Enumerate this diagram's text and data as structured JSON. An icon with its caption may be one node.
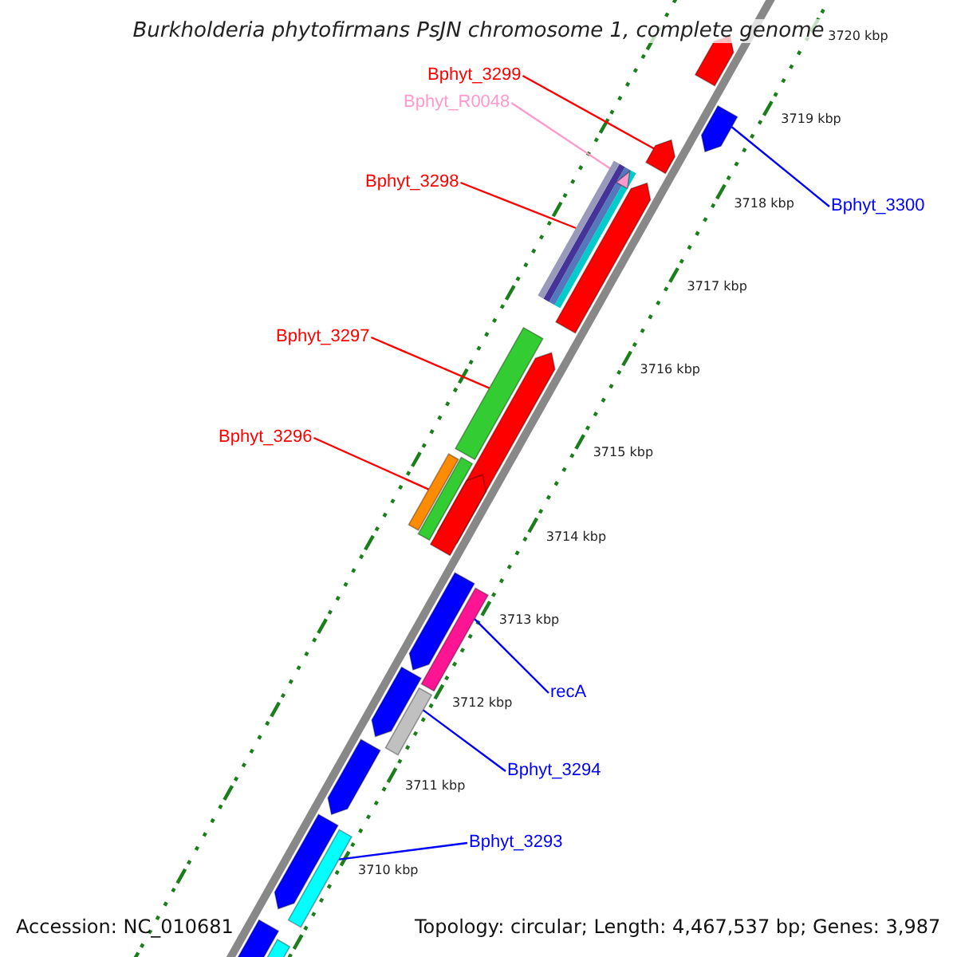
{
  "diagram": {
    "title": "Burkholderia phytofirmans PsJN chromosome 1, complete genome",
    "nodes": [
      {
        "text": [
          "Bphyt_3299"
        ]
      },
      {
        "text": [
          "Bphyt_R0048"
        ]
      },
      {
        "text": [
          "Bphyt_3298"
        ]
      },
      {
        "text": [
          "Bphyt_3300"
        ]
      },
      {
        "text": [
          "Bphyt_3297"
        ]
      },
      {
        "text": [
          "Bphyt_3296"
        ]
      },
      {
        "text": [
          "recA"
        ]
      },
      {
        "text": [
          "Bphyt_3294"
        ]
      },
      {
        "text": [
          "Bphyt_3293"
        ]
      },
      {
        "text": [],
        "shape": "bar"
      },
      {
        "text": [],
        "shape": "bar"
      },
      {
        "text": [],
        "shape": "bar"
      },
      {
        "text": [],
        "shape": "bar"
      },
      {
        "text": [],
        "shape": "triangle"
      },
      {
        "text": [],
        "shape": "bar"
      },
      {
        "text": [],
        "shape": "bar"
      },
      {
        "text": [],
        "shape": "bar"
      },
      {
        "text": [],
        "shape": "bar"
      },
      {
        "text": [],
        "shape": "bar"
      },
      {
        "text": [],
        "shape": "bar"
      },
      {
        "text": [],
        "shape": "bar"
      },
      {
        "text": [],
        "shape": "bar"
      },
      {
        "text": [],
        "shape": "bar"
      },
      {
        "text": [],
        "shape": "bar"
      },
      {
        "text": [],
        "shape": "bar"
      },
      {
        "text": [],
        "shape": "bar"
      },
      {
        "text": [],
        "shape": "bar"
      },
      {
        "text": [],
        "shape": "bar"
      },
      {
        "text": [],
        "shape": "bar"
      }
    ],
    "edges": [
      {
        "from": 0,
        "to": 11,
        "arrow": "none"
      },
      {
        "from": 1,
        "to": 13,
        "arrow": "none",
        "color": "#ff99cc"
      },
      {
        "from": 2,
        "to": 12,
        "arrow": "none"
      },
      {
        "from": 3,
        "to": 10,
        "arrow": "none",
        "color": "#0000ff"
      },
      {
        "from": 4,
        "to": 15,
        "arrow": "none"
      },
      {
        "from": 5,
        "to": 17,
        "arrow": "none"
      },
      {
        "from": 6,
        "to": 21,
        "arrow": "none",
        "color": "#0000ff"
      },
      {
        "from": 7,
        "to": 23,
        "arrow": "none",
        "color": "#0000ff"
      },
      {
        "from": 8,
        "to": 26,
        "arrow": "none",
        "color": "#0000ff"
      }
    ],
    "labels": [
      "3720 kbp",
      "3719 kbp",
      "3718 kbp",
      "3717 kbp",
      "3716 kbp",
      "3715 kbp",
      "3714 kbp",
      "3713 kbp",
      "3712 kbp",
      "3711 kbp",
      "3710 kbp",
      "Accession: NC_010681",
      "Topology: circular; Length: 4,467,537 bp; Genes: 3,987"
    ]
  }
}
